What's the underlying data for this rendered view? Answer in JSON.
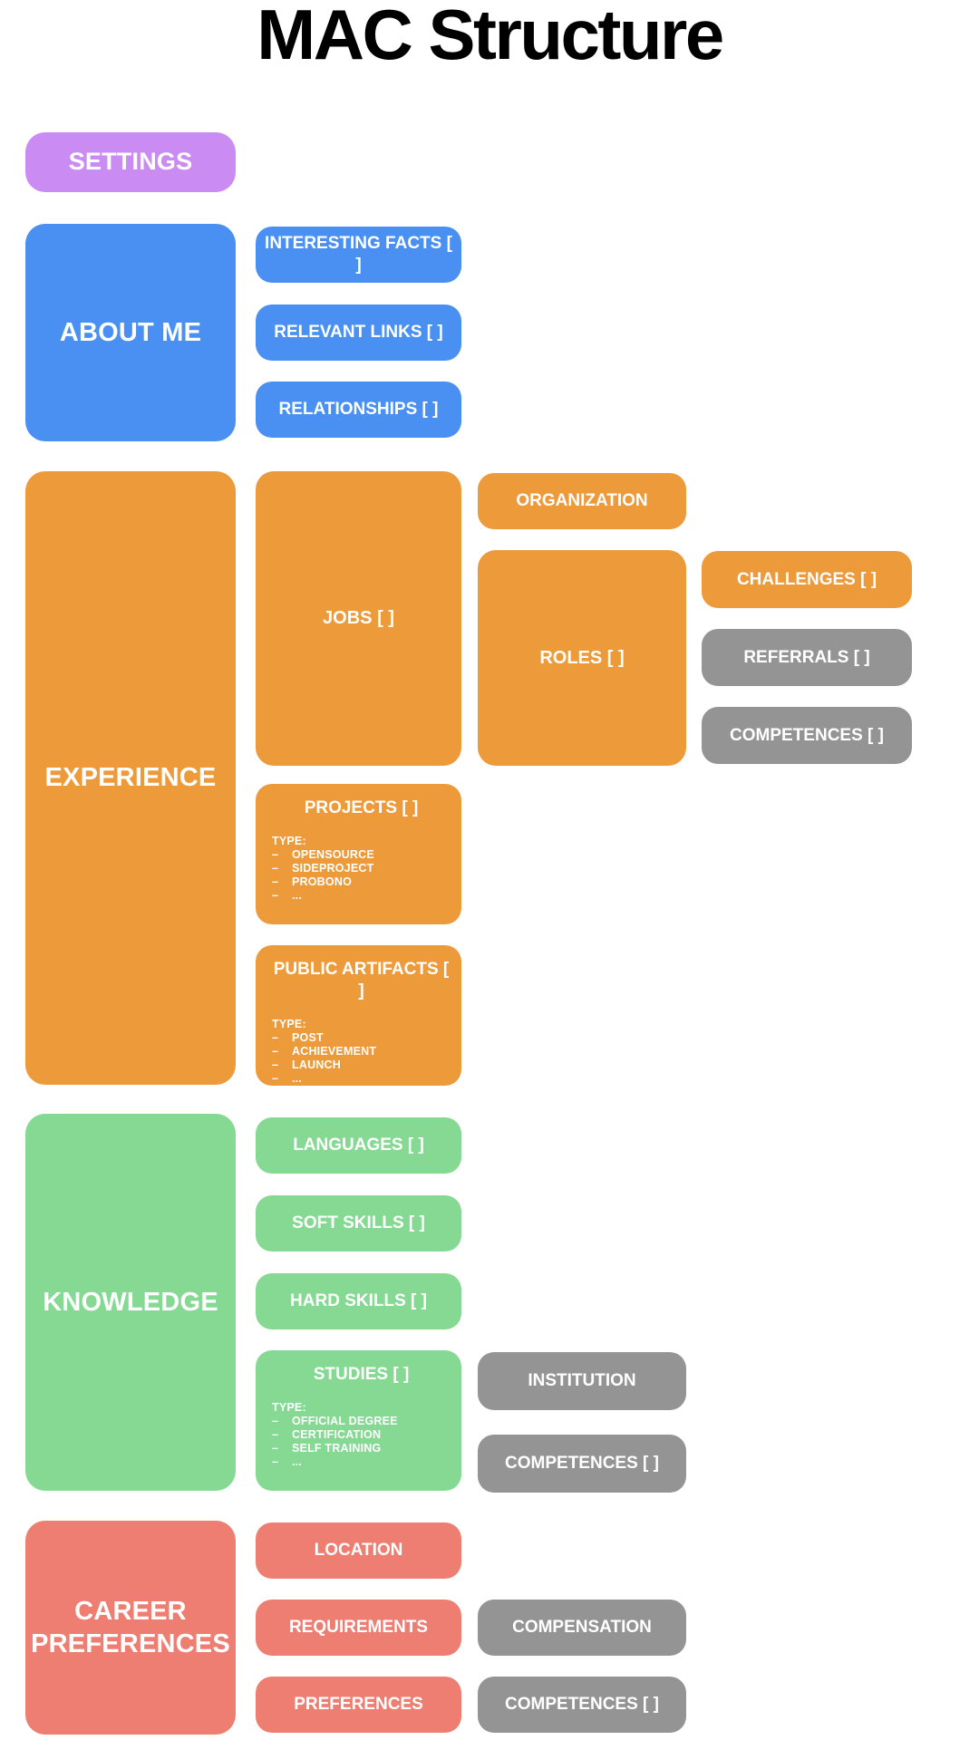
{
  "title": "MAC Structure",
  "bullet": "–",
  "colors": {
    "settings_purple": "#ca8cf2",
    "about_blue": "#4a90f2",
    "experience_orange": "#ed9a3b",
    "knowledge_green": "#85d993",
    "career_salmon": "#ee7e72",
    "muted_gray": "#949494",
    "node_text": "#ffffff",
    "title_text": "#000000",
    "background": "#ffffff"
  },
  "settings": {
    "label": "SETTINGS"
  },
  "about_me": {
    "label": "ABOUT ME",
    "children": {
      "interesting_facts": "INTERESTING FACTS [ ]",
      "relevant_links": "RELEVANT LINKS [ ]",
      "relationships": "RELATIONSHIPS [ ]"
    }
  },
  "experience": {
    "label": "EXPERIENCE",
    "jobs": {
      "label": "JOBS [ ]",
      "organization": {
        "label": "ORGANIZATION"
      },
      "roles": {
        "label": "ROLES [ ]",
        "children": {
          "challenges": "CHALLENGES [ ]",
          "referrals": "REFERRALS [ ]",
          "competences": "COMPETENCES [ ]"
        }
      }
    },
    "projects": {
      "label": "PROJECTS [ ]",
      "list_header": "TYPE:",
      "types": [
        "OPENSOURCE",
        "SIDEPROJECT",
        "PROBONO",
        "..."
      ]
    },
    "public_artifacts": {
      "label": "PUBLIC ARTIFACTS [ ]",
      "list_header": "TYPE:",
      "types": [
        "POST",
        "ACHIEVEMENT",
        "LAUNCH",
        "..."
      ]
    }
  },
  "knowledge": {
    "label": "KNOWLEDGE",
    "children": {
      "languages": "LANGUAGES [ ]",
      "soft_skills": "SOFT SKILLS [ ]",
      "hard_skills": "HARD SKILLS [ ]"
    },
    "studies": {
      "label": "STUDIES [ ]",
      "list_header": "TYPE:",
      "types": [
        "OFFICIAL DEGREE",
        "CERTIFICATION",
        "SELF TRAINING",
        "..."
      ],
      "children": {
        "institution": "INSTITUTION",
        "competences": "COMPETENCES [ ]"
      }
    }
  },
  "career_preferences": {
    "label": "CAREER PREFERENCES",
    "children": {
      "location": "LOCATION",
      "requirements": "REQUIREMENTS",
      "preferences": "PREFERENCES"
    },
    "requirements_children": {
      "compensation": "COMPENSATION"
    },
    "preferences_children": {
      "competences": "COMPETENCES [ ]"
    }
  }
}
